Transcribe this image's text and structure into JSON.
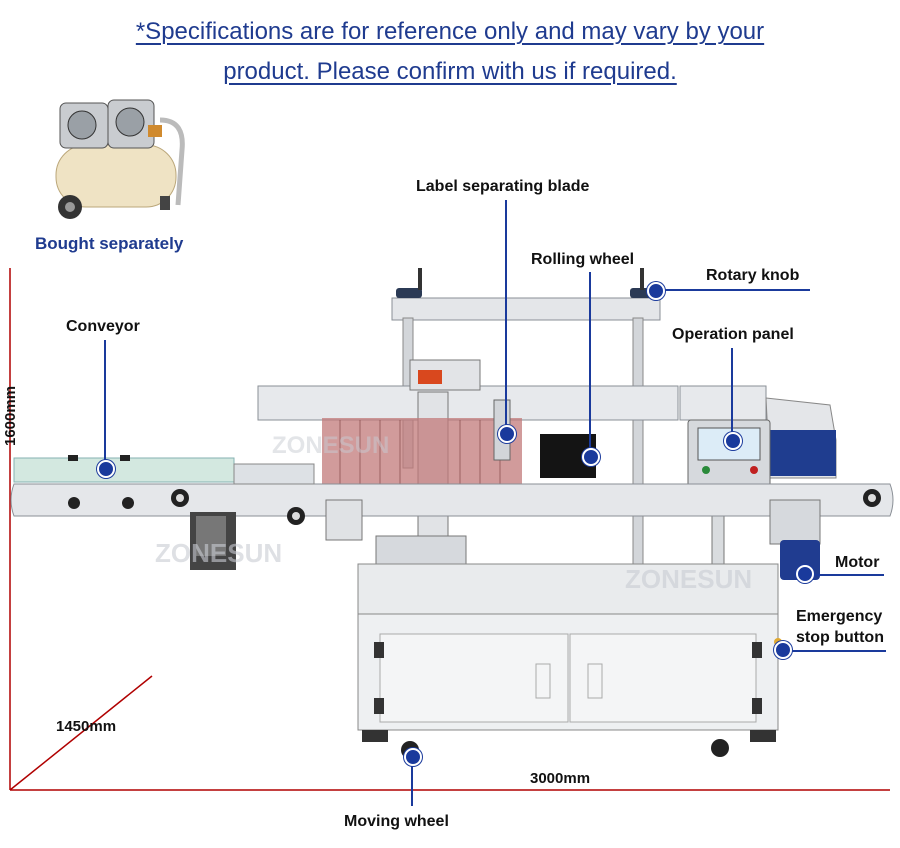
{
  "notice": {
    "line1": "*Specifications are for reference only and may vary by your",
    "line2": "product. Please confirm with us if required."
  },
  "compressor": {
    "caption": "Bought separately"
  },
  "parts": {
    "label_separating_blade": "Label separating blade",
    "rolling_wheel": "Rolling wheel",
    "rotary_knob": "Rotary knob",
    "conveyor": "Conveyor",
    "operation_panel": "Operation panel",
    "motor": "Motor",
    "emergency_stop_line1": "Emergency",
    "emergency_stop_line2": "stop button",
    "moving_wheel": "Moving wheel"
  },
  "dimensions": {
    "height": "1600mm",
    "depth": "1450mm",
    "length": "3000mm"
  },
  "brand_watermark": "ZONESUN",
  "colors": {
    "accent": "#1a3a9c",
    "notice": "#1f3b8f",
    "dimension_line": "#b00000"
  }
}
